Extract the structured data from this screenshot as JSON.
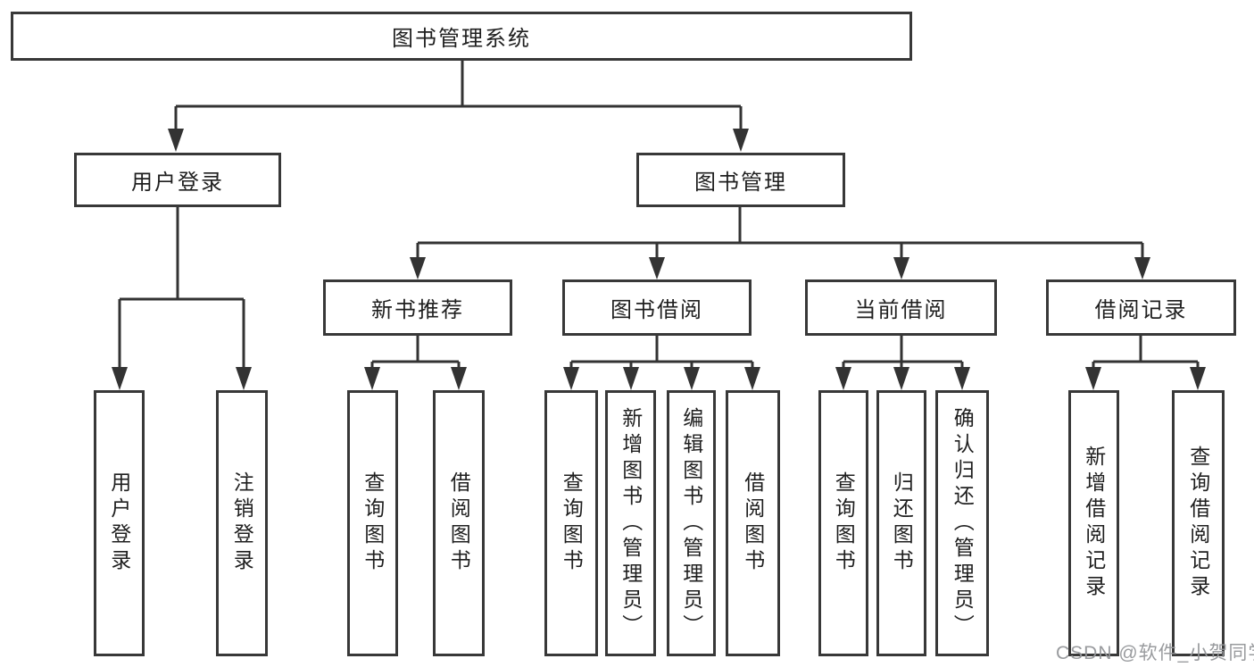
{
  "diagram": {
    "root": {
      "label": "图书管理系统"
    },
    "level2": [
      {
        "label": "用户登录"
      },
      {
        "label": "图书管理"
      }
    ],
    "level3": [
      {
        "label": "新书推荐"
      },
      {
        "label": "图书借阅"
      },
      {
        "label": "当前借阅"
      },
      {
        "label": "借阅记录"
      }
    ],
    "leaves": [
      {
        "label": "用户登录"
      },
      {
        "label": "注销登录"
      },
      {
        "label": "查询图书"
      },
      {
        "label": "借阅图书"
      },
      {
        "label": "查询图书"
      },
      {
        "label": "新增图书（管理员）"
      },
      {
        "label": "编辑图书（管理员）"
      },
      {
        "label": "借阅图书"
      },
      {
        "label": "查询图书"
      },
      {
        "label": "归还图书"
      },
      {
        "label": "确认归还（管理员）"
      },
      {
        "label": "新增借阅记录"
      },
      {
        "label": "查询借阅记录"
      }
    ]
  },
  "watermark": {
    "text": "CSDN @软件_小贺同学"
  },
  "colors": {
    "line": "#333333",
    "box_border": "#383838",
    "text": "#1f1f1f",
    "watermark": "#949699",
    "background": "#ffffff"
  }
}
